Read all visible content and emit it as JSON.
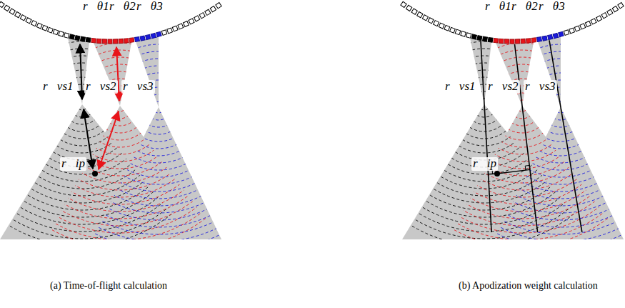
{
  "diagram": {
    "labels": [
      "r⃗θ1",
      "r⃗θ2",
      "r⃗θ3",
      "r⃗vs1",
      "r⃗vs2",
      "r⃗vs3",
      "r⃗ip",
      "(a) Time-of-flight calculation",
      "r⃗θ1",
      "r⃗θ2",
      "r⃗θ3",
      "r⃗vs1",
      "r⃗vs2",
      "r⃗vs3",
      "r⃗ip",
      "(b) Apodization weight calculation"
    ]
  }
}
